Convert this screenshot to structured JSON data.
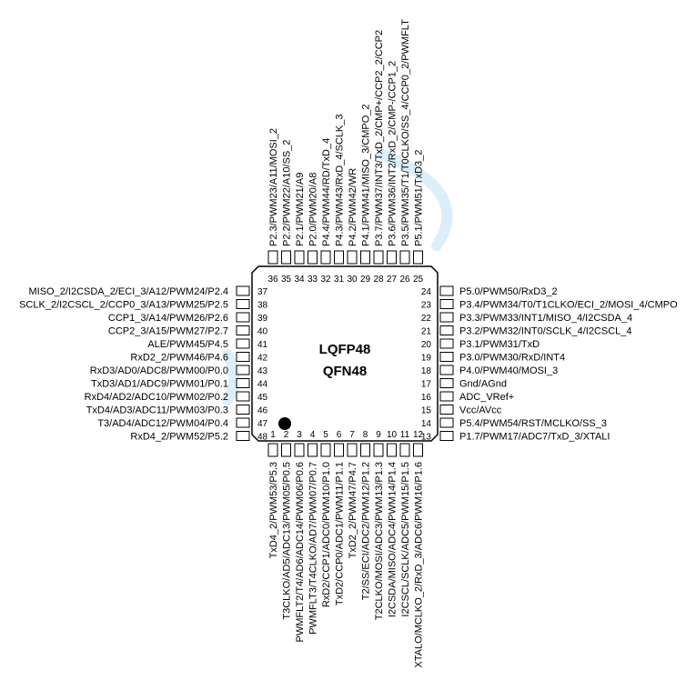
{
  "chip": {
    "name_1": "LQFP48",
    "name_2": "QFN48"
  },
  "pins": {
    "left": [
      {
        "num": "37",
        "label": "MISO_2/I2CSDA_2/ECI_3/A12/PWM24/P2.4"
      },
      {
        "num": "38",
        "label": "SCLK_2/I2CSCL_2/CCP0_3/A13/PWM25/P2.5"
      },
      {
        "num": "39",
        "label": "CCP1_3/A14/PWM26/P2.6"
      },
      {
        "num": "40",
        "label": "CCP2_3/A15/PWM27/P2.7"
      },
      {
        "num": "41",
        "label": "ALE/PWM45/P4.5"
      },
      {
        "num": "42",
        "label": "RxD2_2/PWM46/P4.6"
      },
      {
        "num": "43",
        "label": "RxD3/AD0/ADC8/PWM00/P0.0"
      },
      {
        "num": "44",
        "label": "TxD3/AD1/ADC9/PWM01/P0.1"
      },
      {
        "num": "45",
        "label": "RxD4/AD2/ADC10/PWM02/P0.2"
      },
      {
        "num": "46",
        "label": "TxD4/AD3/ADC11/PWM03/P0.3"
      },
      {
        "num": "47",
        "label": "T3/AD4/ADC12/PWM04/P0.4"
      },
      {
        "num": "48",
        "label": "RxD4_2/PWM52/P5.2"
      }
    ],
    "right": [
      {
        "num": "24",
        "label": "P5.0/PWM50/RxD3_2"
      },
      {
        "num": "23",
        "label": "P3.4/PWM34/T0/T1CLKO/ECI_2/MOSI_4/CMPO"
      },
      {
        "num": "22",
        "label": "P3.3/PWM33/INT1/MISO_4/I2CSDA_4"
      },
      {
        "num": "21",
        "label": "P3.2/PWM32/INT0/SCLK_4/I2CSCL_4"
      },
      {
        "num": "20",
        "label": "P3.1/PWM31/TxD"
      },
      {
        "num": "19",
        "label": "P3.0/PWM30/RxD/INT4"
      },
      {
        "num": "18",
        "label": "P4.0/PWM40/MOSI_3"
      },
      {
        "num": "17",
        "label": "Gnd/AGnd"
      },
      {
        "num": "16",
        "label": "ADC_VRef+"
      },
      {
        "num": "15",
        "label": "Vcc/AVcc"
      },
      {
        "num": "14",
        "label": "P5.4/PWM54/RST/MCLKO/SS_3"
      },
      {
        "num": "13",
        "label": "P1.7/PWM17/ADC7/TxD_3/XTALI"
      }
    ],
    "top": [
      {
        "num": "36",
        "label": "P2.3/PWM23/A11/MOSI_2"
      },
      {
        "num": "35",
        "label": "P2.2/PWM22/A10/SS_2"
      },
      {
        "num": "34",
        "label": "P2.1/PWM21/A9"
      },
      {
        "num": "33",
        "label": "P2.0/PWM20/A8"
      },
      {
        "num": "32",
        "label": "P4.4/PWM44/RD/TxD_4"
      },
      {
        "num": "31",
        "label": "P4.3/PWM43/RxD_4/SCLK_3"
      },
      {
        "num": "30",
        "label": "P4.2/PWM42/WR"
      },
      {
        "num": "29",
        "label": "P4.1/PWM41/MISO_3/CMPO_2"
      },
      {
        "num": "28",
        "label": "P3.7/PWM37/INT3/TxD_2/CMP+/CCP2_2/CCP2"
      },
      {
        "num": "27",
        "label": "P3.6/PWM36/INT2/RxD_2/CMP-/CCP1_2"
      },
      {
        "num": "26",
        "label": "P3.5/PWM35/T1/T0CLKO/SS_4/CCP0_2/PWMFLT"
      },
      {
        "num": "25",
        "label": "P5.1/PWM51/TxD3_2"
      }
    ],
    "bottom": [
      {
        "num": "1",
        "label": "TxD4_2/PWM53/P5.3"
      },
      {
        "num": "2",
        "label": "T3CLKO/AD5/ADC13/PWM05/P0.5"
      },
      {
        "num": "3",
        "label": "PWMFLT2/T4/AD6/ADC14/PWM06/P0.6"
      },
      {
        "num": "4",
        "label": "PWMFLT3/T4CLKO/AD7/PWM07/P0.7"
      },
      {
        "num": "5",
        "label": "RxD2/CCP1/ADC0/PWM10/P1.0"
      },
      {
        "num": "6",
        "label": "TxD2/CCP0/ADC1/PWM11/P1.1"
      },
      {
        "num": "7",
        "label": "TxD2_2/PWM47/P4.7"
      },
      {
        "num": "8",
        "label": "T2/SS/ECI/ADC2/PWM12/P1.2"
      },
      {
        "num": "9",
        "label": "T2CLKO/MOSI/ADC3/PWM13/P1.3"
      },
      {
        "num": "10",
        "label": "I2CSDA/MISO/ADC4/PWM14/P1.4"
      },
      {
        "num": "11",
        "label": "I2CSCL/SCLK/ADC5/PWM15/P1.5"
      },
      {
        "num": "12",
        "label": "XTALO/MCLKO_2/RxD_3/ADC6/PWM16/P1.6"
      }
    ]
  }
}
